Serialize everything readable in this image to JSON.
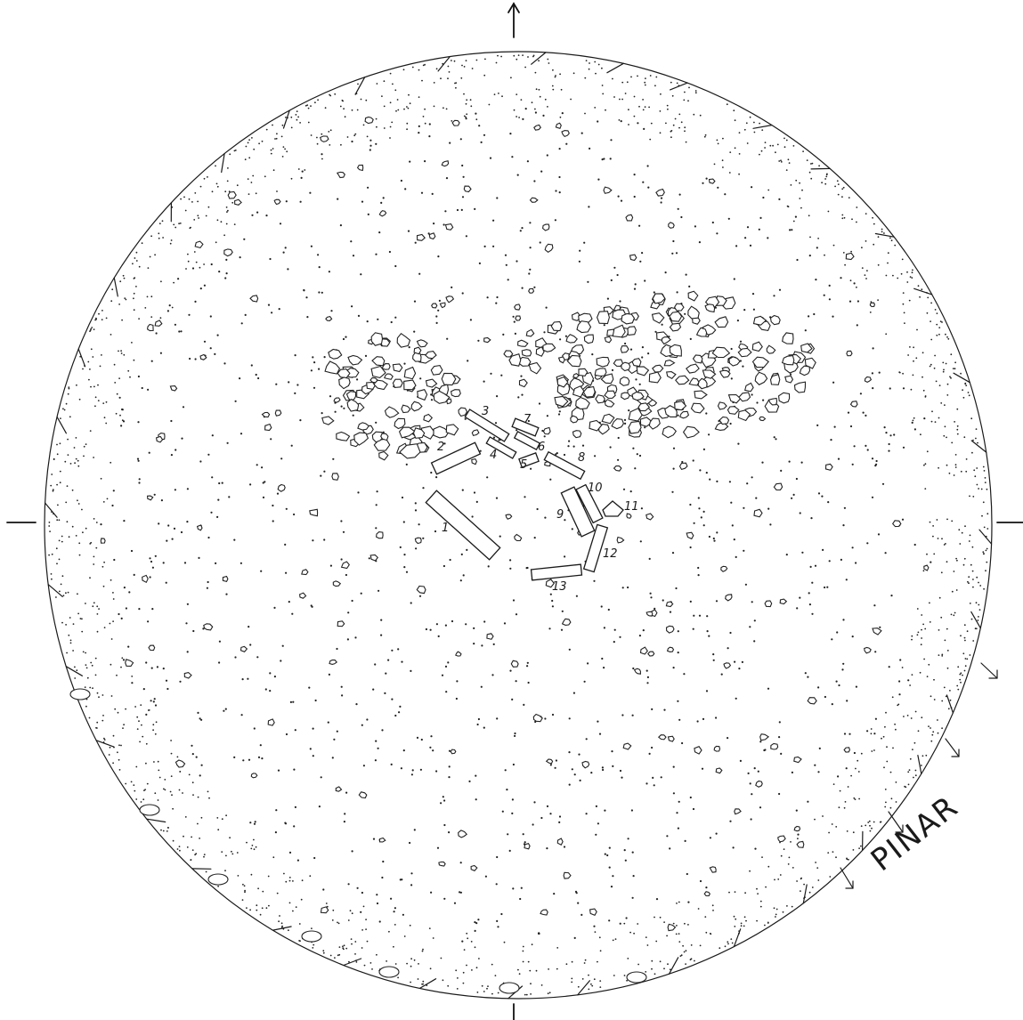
{
  "site_label": "PINAR",
  "ink_color": "#1a1a1a",
  "paper_color": "#ffffff",
  "compass_markers": [
    "north-arrow",
    "south-tick",
    "east-tick",
    "west-tick"
  ],
  "stones": [
    {
      "number": "1"
    },
    {
      "number": "2"
    },
    {
      "number": "3"
    },
    {
      "number": "4"
    },
    {
      "number": "5"
    },
    {
      "number": "6"
    },
    {
      "number": "7"
    },
    {
      "number": "8"
    },
    {
      "number": "9"
    },
    {
      "number": "10"
    },
    {
      "number": "11"
    },
    {
      "number": "12"
    },
    {
      "number": "13"
    }
  ]
}
